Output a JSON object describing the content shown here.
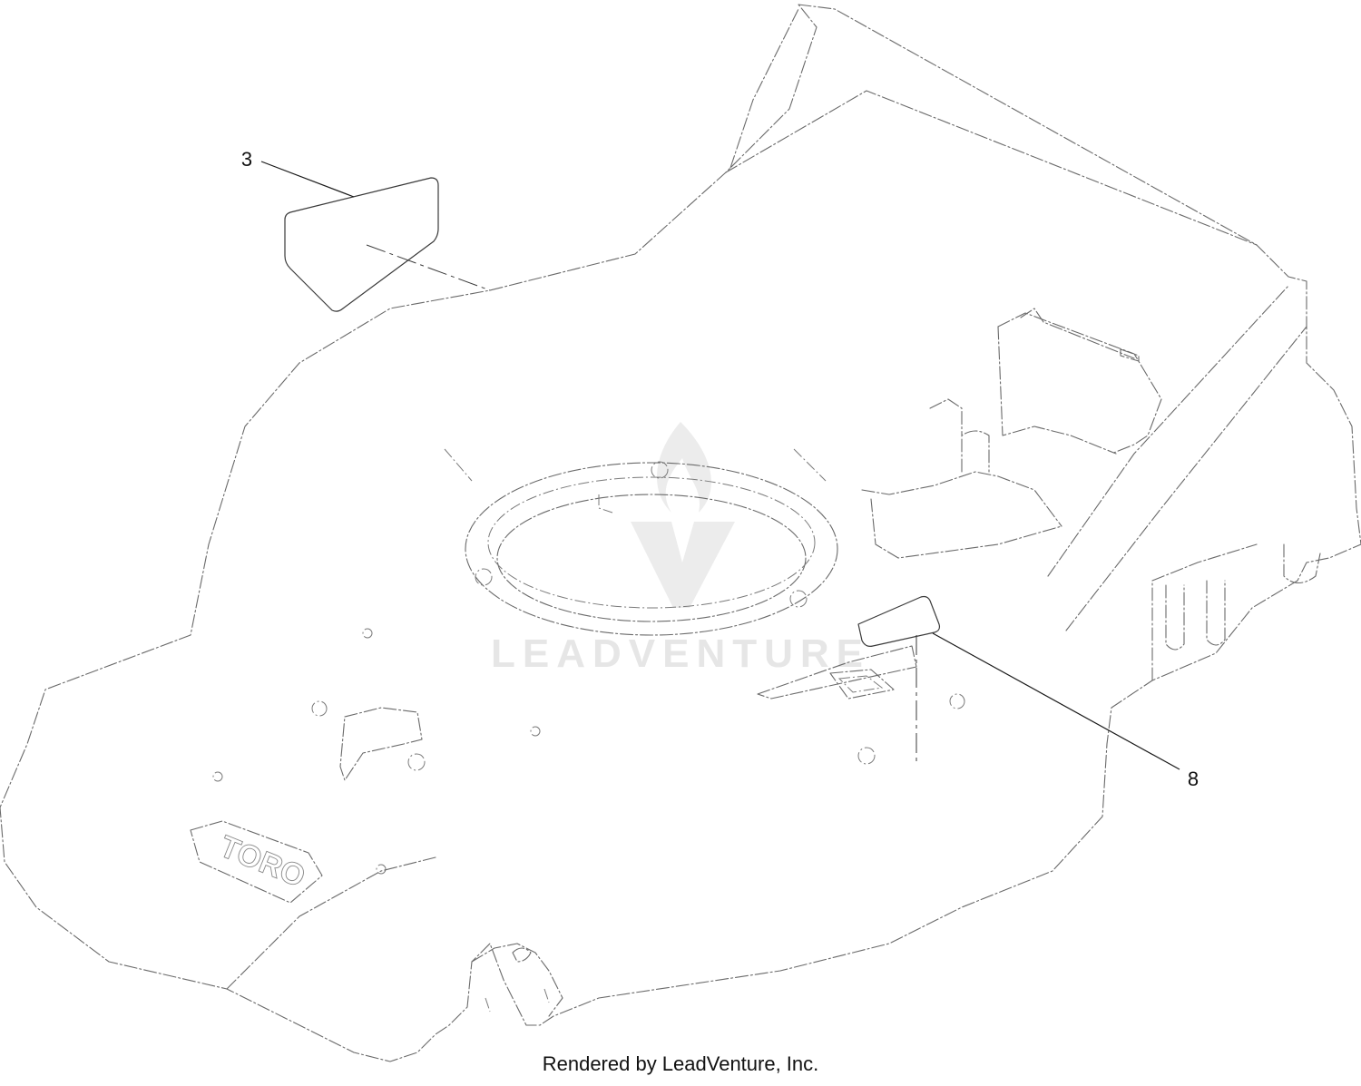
{
  "callouts": [
    {
      "id": "3",
      "label": "3"
    },
    {
      "id": "8",
      "label": "8"
    }
  ],
  "watermark": {
    "text": "LEADVENTURE"
  },
  "logo": {
    "text": "TORO"
  },
  "footer": {
    "text": "Rendered by LeadVenture, Inc."
  },
  "colors": {
    "line": "#6a6a6a",
    "leader": "#1a1a1a",
    "watermark": "#e6e6e6"
  }
}
